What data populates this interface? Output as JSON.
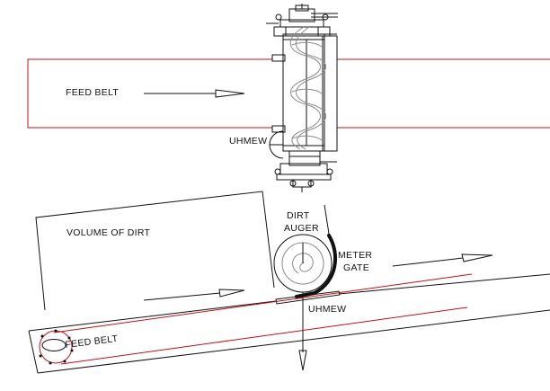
{
  "labels": {
    "feed_belt_top": "FEED BELT",
    "uhmew_top": "UHMEW",
    "volume_of_dirt": "VOLUME OF DIRT",
    "dirt": "DIRT",
    "auger": "AUGER",
    "meter": "METER",
    "gate": "GATE",
    "uhmew_bottom": "UHMEW",
    "feed_belt_bottom": "FEED BELT"
  },
  "colors": {
    "line": "#111111",
    "belt_red": "#c0101a",
    "auger_gray": "#8a8a8a"
  }
}
